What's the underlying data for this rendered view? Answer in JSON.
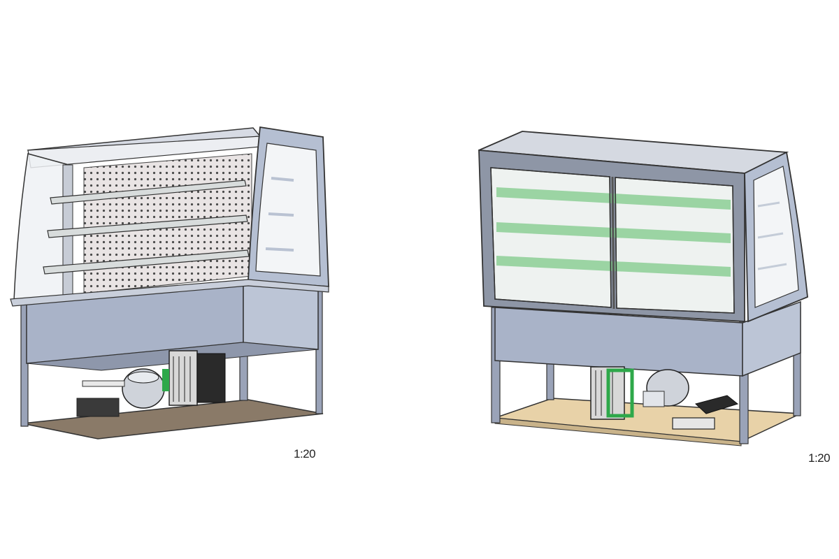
{
  "views": [
    {
      "id": "open-front-case",
      "scale_label": "1:20"
    },
    {
      "id": "glazed-door-case",
      "scale_label": "1:20"
    }
  ]
}
